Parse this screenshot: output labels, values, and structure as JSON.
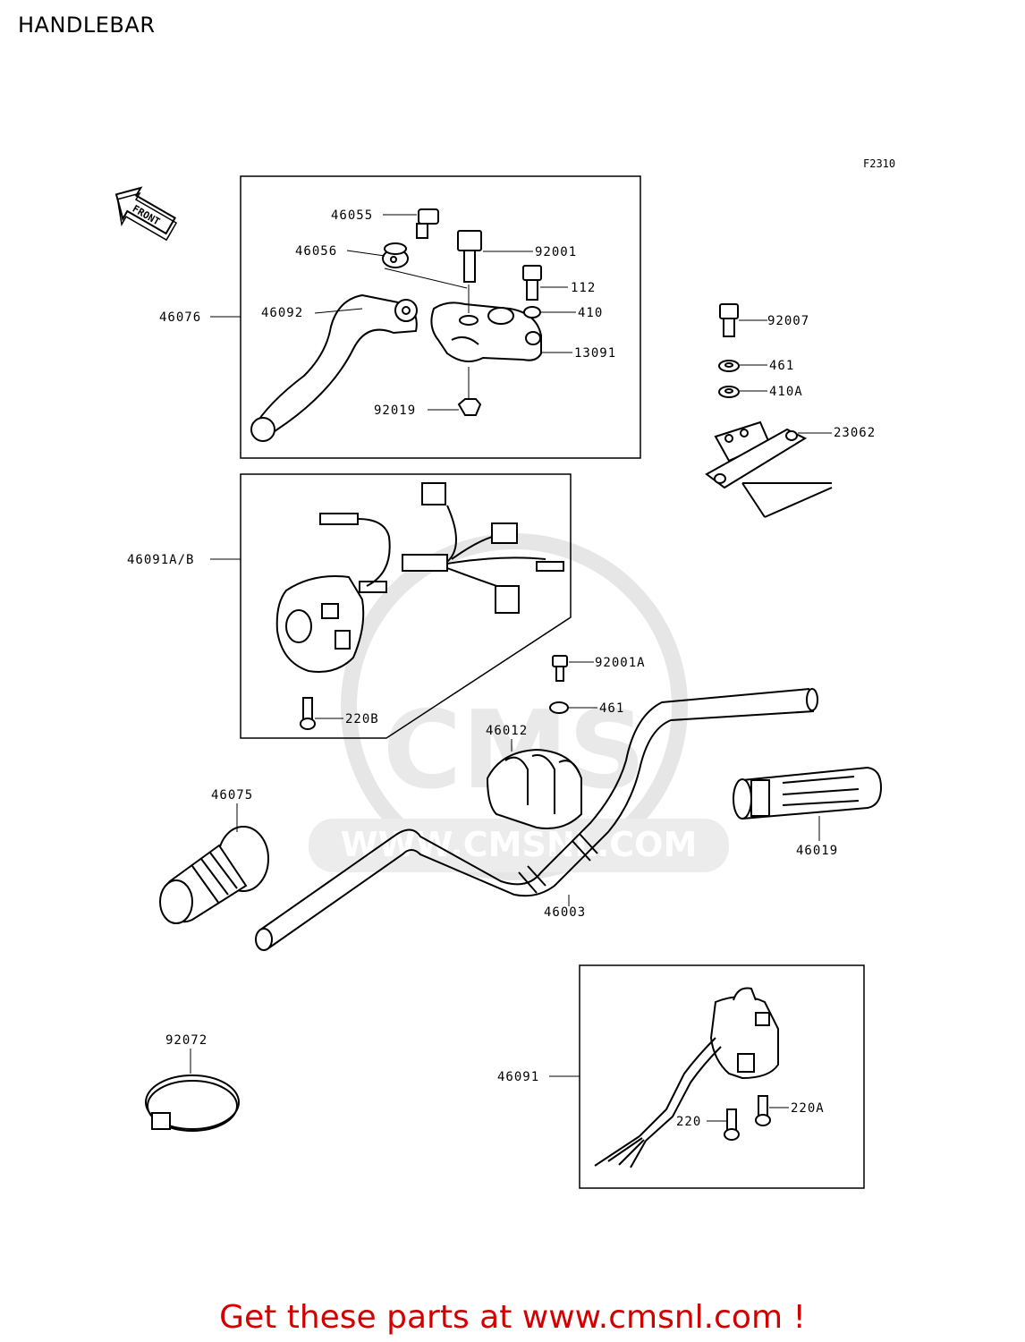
{
  "title": "HANDLEBAR",
  "figure_code": "F2310",
  "front_label": "FRONT",
  "watermark": "WWW.CMSNL.COM",
  "watermark_logo": "CMS",
  "parts": {
    "p46055": "46055",
    "p46056": "46056",
    "p92001": "92001",
    "p112": "112",
    "p410": "410",
    "p46076": "46076",
    "p46092": "46092",
    "p13091": "13091",
    "p92019": "92019",
    "p92007": "92007",
    "p461_top": "461",
    "p410A": "410A",
    "p23062": "23062",
    "p46091AB": "46091A/B",
    "p92001A": "92001A",
    "p461_mid": "461",
    "p220B": "220B",
    "p46012": "46012",
    "p46075": "46075",
    "p46019": "46019",
    "p46003": "46003",
    "p92072": "92072",
    "p46091": "46091",
    "p220": "220",
    "p220A": "220A"
  },
  "footer": "Get these parts at www.cmsnl.com !"
}
